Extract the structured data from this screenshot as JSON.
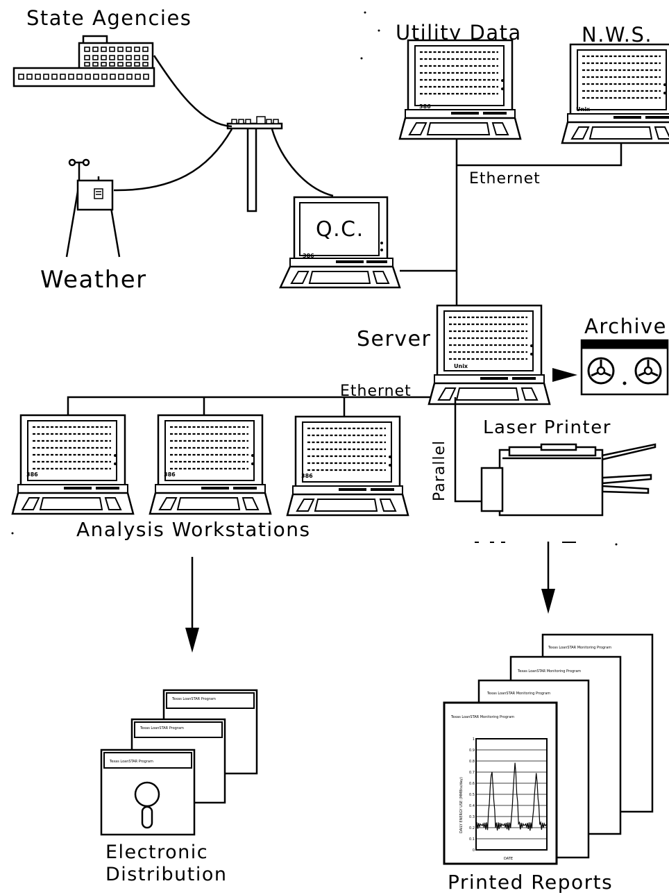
{
  "labels": {
    "state_agencies": "State Agencies",
    "utility_data": "Utility Data",
    "nws": "N.W.S.",
    "weather": "Weather",
    "qc": "Q.C.",
    "ethernet_top": "Ethernet",
    "server": "Server",
    "archive": "Archive",
    "ethernet_bottom": "Ethernet",
    "laser_printer": "Laser Printer",
    "parallel": "Parallel",
    "analysis_workstations": "Analysis Workstations",
    "electronic_distribution_line1": "Electronic",
    "electronic_distribution_line2": "Distribution",
    "printed_reports": "Printed Reports"
  },
  "badges": {
    "cpu_386": "386",
    "os_unix": "Unix"
  },
  "disk_label": "Texas LoanSTAR Program",
  "report_title": "Texas LoanSTAR Monitoring Program",
  "report_chart": {
    "xlabel": "DATE",
    "ylabel": "DAILY ENERGY USE (MMBtu/day)",
    "yticks": [
      "1",
      "0.9",
      "0.8",
      "0.7",
      "0.6",
      "0.5",
      "0.4",
      "0.3",
      "0.2",
      "0.1",
      "0"
    ]
  },
  "colors": {
    "ink": "#000000",
    "paper": "#ffffff"
  }
}
